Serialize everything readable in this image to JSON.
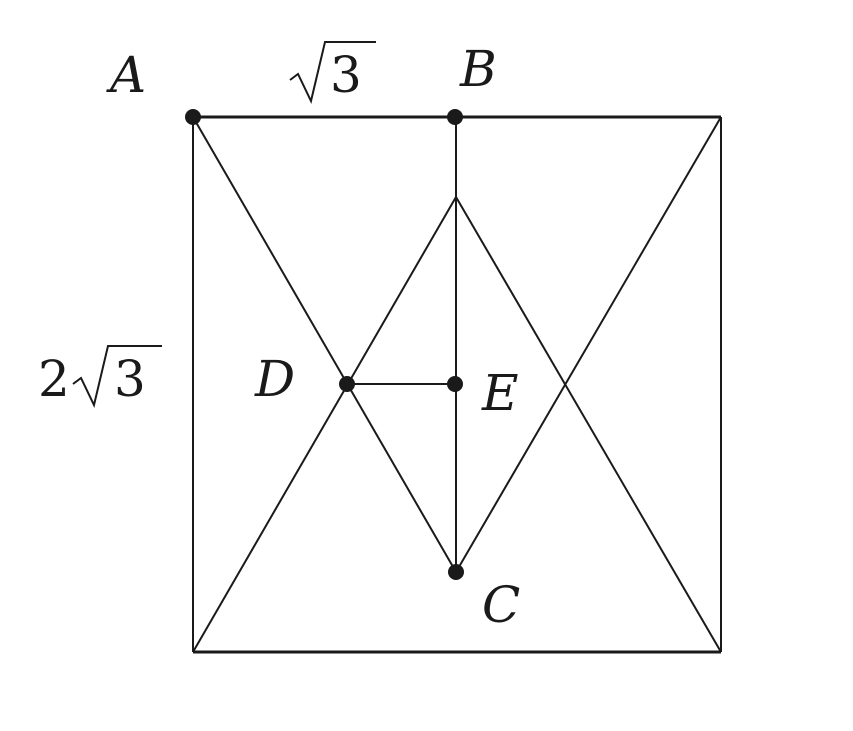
{
  "points": {
    "A": "A",
    "B": "B",
    "C": "C",
    "D": "D",
    "E": "E"
  },
  "side_labels": {
    "top_coefficient": "",
    "top_radicand": "3",
    "left_coefficient": "2",
    "left_radicand": "3"
  }
}
